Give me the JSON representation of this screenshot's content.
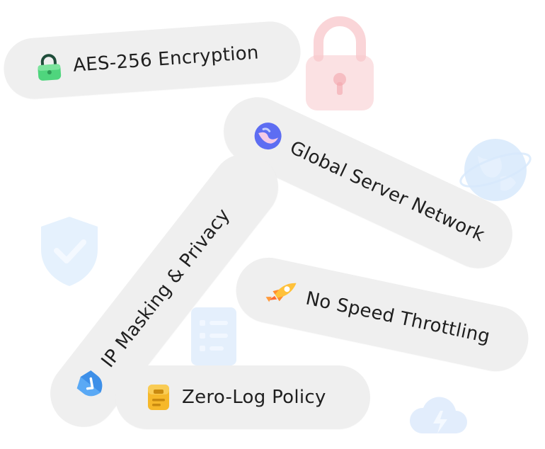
{
  "features": {
    "aes": {
      "label": "AES-256 Encryption",
      "icon": "padlock-icon",
      "color": "#3ecf6e"
    },
    "global": {
      "label": "Global Server Network",
      "icon": "globe-icon",
      "color": "#5b6cf0"
    },
    "ip": {
      "label": "IP Masking & Privacy",
      "icon": "shield-check-icon",
      "color": "#5aa9f5"
    },
    "speed": {
      "label": "No Speed Throttling",
      "icon": "rocket-icon",
      "color": "#ff8a3d"
    },
    "zero": {
      "label": "Zero-Log Policy",
      "icon": "document-icon",
      "color": "#f6b82a"
    }
  },
  "background_icons": [
    "lock-icon",
    "globe-icon",
    "shield-icon",
    "document-icon",
    "cloud-bolt-icon"
  ]
}
